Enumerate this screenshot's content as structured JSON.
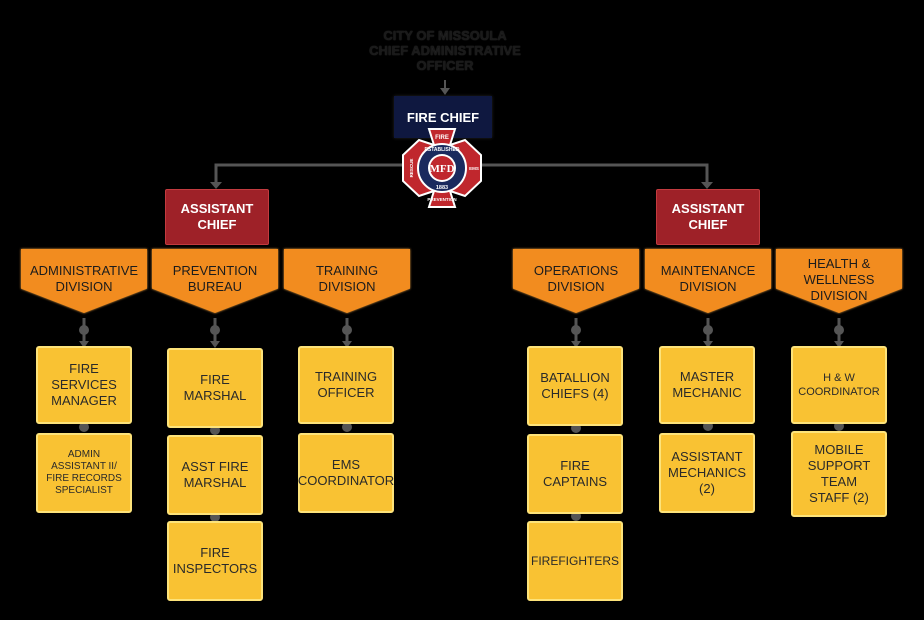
{
  "header": {
    "office": "CITY OF MISSOULA\nCHIEF ADMINISTRATIVE\nOFFICER",
    "fire_chief": "FIRE CHIEF"
  },
  "logo": {
    "icon": "fire-department-badge-icon",
    "top_text": "FIRE",
    "band_text": "ESTABLISHED",
    "left_text": "RESCUE",
    "right_text": "EMS",
    "bottom_text": "PREVENTION",
    "monogram": "MFD",
    "year": "1883",
    "colors": {
      "cross": "#c0272d",
      "band": "#1a2a5e",
      "center": "#ffffff"
    }
  },
  "assistant_chiefs": [
    "ASSISTANT\nCHIEF",
    "ASSISTANT\nCHIEF"
  ],
  "divisions": [
    {
      "name": "ADMINISTRATIVE\nDIVISION",
      "positions": [
        "FIRE\nSERVICES\nMANAGER",
        "ADMIN\nASSISTANT II/\nFIRE RECORDS\nSPECIALIST"
      ]
    },
    {
      "name": "PREVENTION\nBUREAU",
      "positions": [
        "FIRE\nMARSHAL",
        "ASST FIRE\nMARSHAL",
        "FIRE\nINSPECTORS"
      ]
    },
    {
      "name": "TRAINING\nDIVISION",
      "positions": [
        "TRAINING\nOFFICER",
        "EMS\nCOORDINATOR"
      ]
    },
    {
      "name": "OPERATIONS\nDIVISION",
      "positions": [
        "BATALLION\nCHIEFS (4)",
        "FIRE\nCAPTAINS",
        "FIREFIGHTERS"
      ]
    },
    {
      "name": "MAINTENANCE\nDIVISION",
      "positions": [
        "MASTER\nMECHANIC",
        "ASSISTANT\nMECHANICS\n(2)"
      ]
    },
    {
      "name": "HEALTH &\nWELLNESS\nDIVISION",
      "positions": [
        "H & W\nCOORDINATOR",
        "MOBILE\nSUPPORT\nTEAM\nSTAFF (2)"
      ]
    }
  ],
  "colors": {
    "background": "#000000",
    "fire_chief": "#0f1840",
    "assistant_chief": "#9e2128",
    "division": "#f28c1f",
    "position": "#f9c233",
    "connector": "#555555"
  }
}
